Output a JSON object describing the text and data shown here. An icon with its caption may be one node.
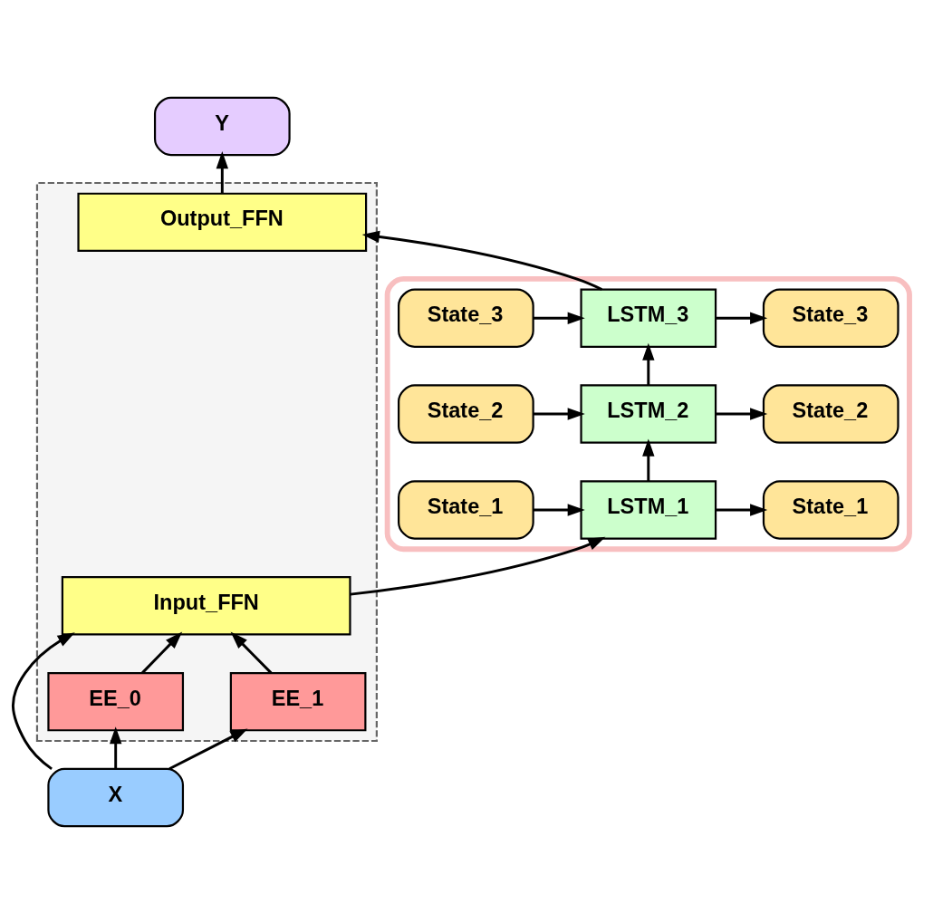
{
  "diagram": {
    "nodes": [
      {
        "text": [
          "Y"
        ]
      },
      {
        "text": [],
        "shape": "box"
      },
      {
        "text": [
          "Output_FFN"
        ],
        "in": 1
      },
      {
        "text": [],
        "shape": "box"
      },
      {
        "text": [
          "State_3"
        ],
        "in": 3
      },
      {
        "text": [
          "LSTM_3"
        ],
        "in": 3
      },
      {
        "text": [
          "State_3"
        ],
        "in": 3
      },
      {
        "text": [
          "State_2"
        ],
        "in": 3
      },
      {
        "text": [
          "LSTM_2"
        ],
        "in": 3
      },
      {
        "text": [
          "State_2"
        ],
        "in": 3
      },
      {
        "text": [
          "State_1"
        ],
        "in": 3
      },
      {
        "text": [
          "LSTM_1"
        ],
        "in": 3
      },
      {
        "text": [
          "State_1"
        ],
        "in": 3
      },
      {
        "text": [
          "Input_FFN"
        ],
        "in": 1
      },
      {
        "text": [
          "EE_0"
        ],
        "in": 1
      },
      {
        "text": [
          "EE_1"
        ],
        "in": 1
      },
      {
        "text": [
          "X"
        ]
      }
    ],
    "edges": [
      {
        "from": 16,
        "to": 14,
        "arrow": "to"
      },
      {
        "from": 16,
        "to": 15,
        "arrow": "to"
      },
      {
        "from": 16,
        "to": 13,
        "arrow": "to"
      },
      {
        "from": 14,
        "to": 13,
        "arrow": "to"
      },
      {
        "from": 15,
        "to": 13,
        "arrow": "to"
      },
      {
        "from": 13,
        "to": 11,
        "arrow": "to"
      },
      {
        "from": 11,
        "to": 8,
        "arrow": "to"
      },
      {
        "from": 8,
        "to": 5,
        "arrow": "to"
      },
      {
        "from": 5,
        "to": 2,
        "arrow": "to"
      },
      {
        "from": 2,
        "to": 0,
        "arrow": "to"
      },
      {
        "from": 4,
        "to": 5,
        "arrow": "to"
      },
      {
        "from": 5,
        "to": 6,
        "arrow": "to"
      },
      {
        "from": 7,
        "to": 8,
        "arrow": "to"
      },
      {
        "from": 8,
        "to": 9,
        "arrow": "to"
      },
      {
        "from": 10,
        "to": 11,
        "arrow": "to"
      },
      {
        "from": 11,
        "to": 12,
        "arrow": "to"
      }
    ]
  }
}
